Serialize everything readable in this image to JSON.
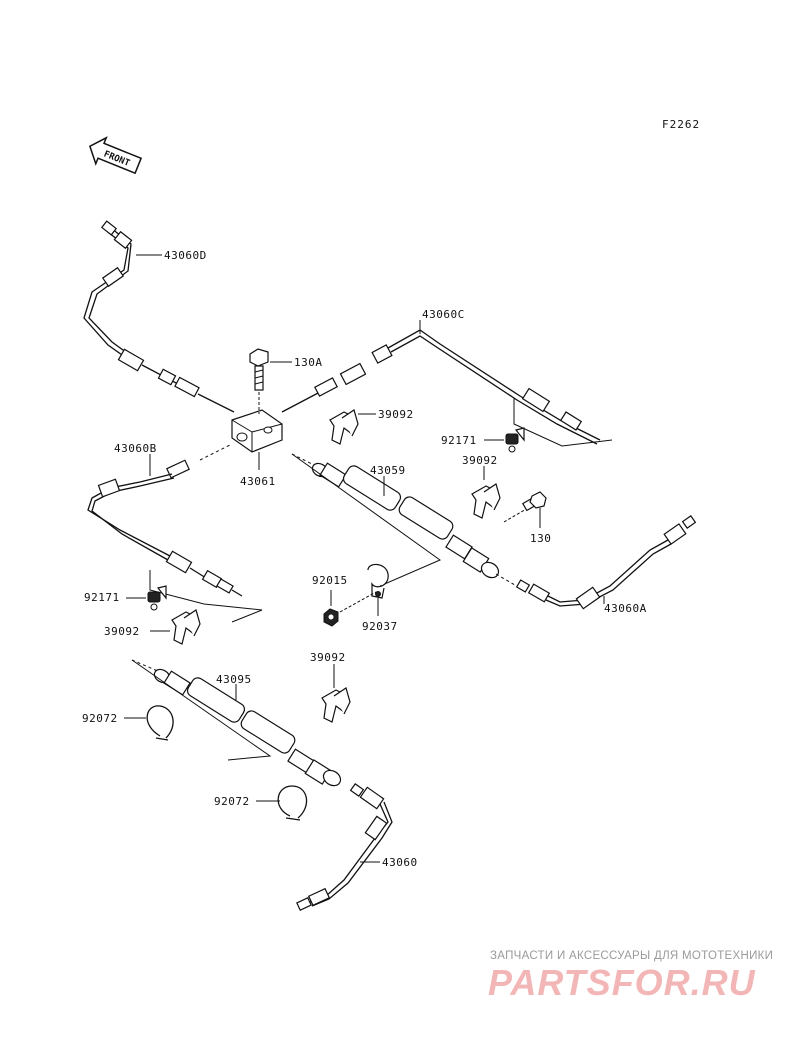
{
  "figure_code": "F2262",
  "front_label": "FRONT",
  "parts": {
    "p43060D": "43060D",
    "p130A": "130A",
    "p43060C": "43060C",
    "p39092_a": "39092",
    "p92171_a": "92171",
    "p39092_b": "39092",
    "p43060B": "43060B",
    "p43061": "43061",
    "p43059": "43059",
    "p130": "130",
    "p92015": "92015",
    "p92037": "92037",
    "p92171_b": "92171",
    "p43060A": "43060A",
    "p39092_c": "39092",
    "p39092_d": "39092",
    "p43095": "43095",
    "p92072_a": "92072",
    "p92072_b": "92072",
    "p43060": "43060"
  },
  "watermark": {
    "tagline": "ЗАПЧАСТИ И АКСЕССУАРЫ ДЛЯ МОТОТЕХНИКИ",
    "logo": "PARTSFOR.RU",
    "color": "#f3b6b6"
  }
}
